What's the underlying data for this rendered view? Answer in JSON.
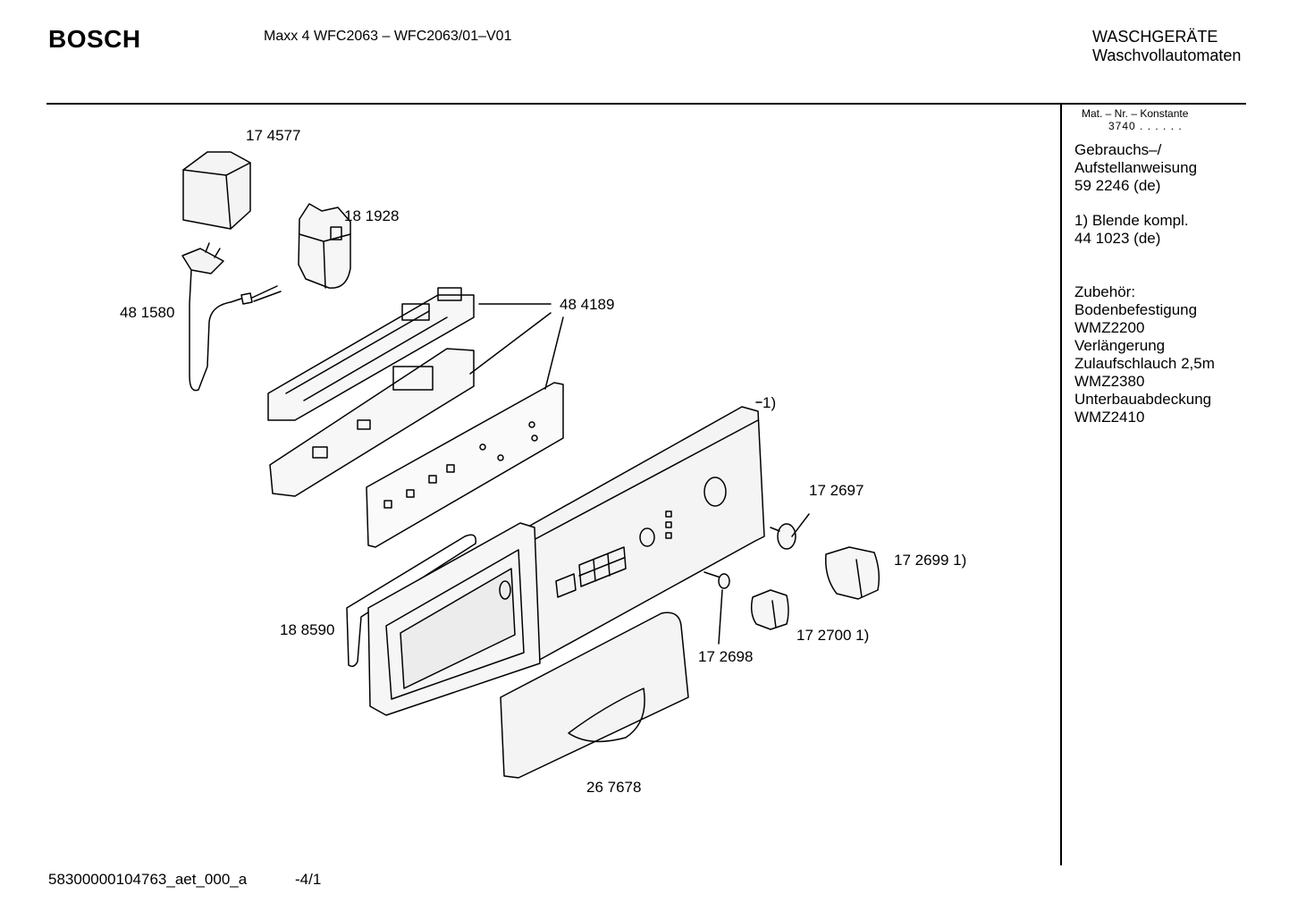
{
  "header": {
    "brand": "BOSCH",
    "model": "Maxx 4 WFC2063 – WFC2063/01–V01",
    "category_line1": "WASCHGERÄTE",
    "category_line2": "Waschvollautomaten"
  },
  "sidebar": {
    "mat_label": "Mat. – Nr. – Konstante",
    "mat_value": "3740 . . . . . .",
    "manual_lines": [
      "Gebrauchs–/",
      "Aufstellanweisung",
      "59 2246 (de)"
    ],
    "panel_lines": [
      "1) Blende kompl.",
      "44 1023 (de)"
    ],
    "accessories": [
      "Zubehör:",
      "Bodenbefestigung",
      "WMZ2200",
      "Verlängerung",
      "Zulaufschlauch 2,5m",
      "WMZ2380",
      "Unterbauabdeckung",
      "WMZ2410"
    ]
  },
  "parts": [
    {
      "id": "cover",
      "label": "17 4577"
    },
    {
      "id": "filter",
      "label": "18 1928"
    },
    {
      "id": "cable",
      "label": "48 1580"
    },
    {
      "id": "module",
      "label": "48 4189"
    },
    {
      "id": "panel",
      "label": "1)"
    },
    {
      "id": "knob-small",
      "label": "17 2697"
    },
    {
      "id": "knob-large",
      "label": "17 2699 1)"
    },
    {
      "id": "seal",
      "label": "18 8590"
    },
    {
      "id": "shaft",
      "label": "17 2698"
    },
    {
      "id": "knob-medium",
      "label": "17 2700 1)"
    },
    {
      "id": "door",
      "label": "26 7678"
    }
  ],
  "footer": {
    "doc_id": "58300000104763_aet_000_a",
    "page": "-4/1"
  }
}
